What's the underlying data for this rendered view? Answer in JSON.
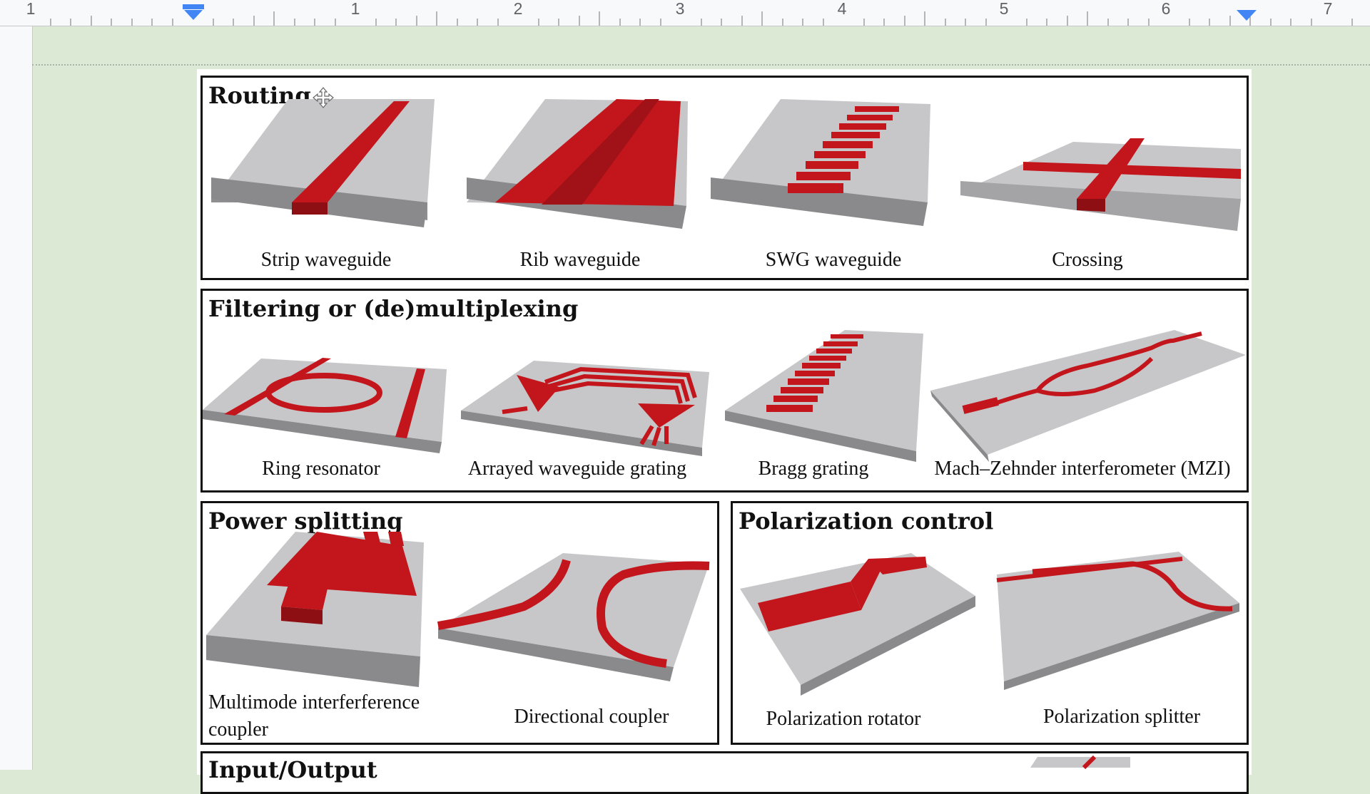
{
  "ruler": {
    "labels": [
      "1",
      "1",
      "2",
      "3",
      "4",
      "5",
      "6",
      "7"
    ],
    "indent_marker_color": "#4285f4"
  },
  "figure": {
    "panels": {
      "routing": {
        "title": "Routing",
        "captions": [
          "Strip waveguide",
          "Rib waveguide",
          "SWG waveguide",
          "Crossing"
        ]
      },
      "filtering": {
        "title": "Filtering or (de)multiplexing",
        "captions": [
          "Ring resonator",
          "Arrayed waveguide grating",
          "Bragg grating",
          "Mach–Zehnder interferometer (MZI)"
        ]
      },
      "power": {
        "title": "Power splitting",
        "captions": [
          "Multimode interferference",
          "coupler",
          "Directional coupler"
        ]
      },
      "polarization": {
        "title": "Polarization control",
        "captions": [
          "Polarization rotator",
          "Polarization splitter"
        ]
      },
      "io": {
        "title": "Input/Output"
      }
    }
  },
  "colors": {
    "waveguide_red": "#c3161c",
    "substrate_gray": "#b9b9bb",
    "page_background": "#dbe9d5"
  }
}
